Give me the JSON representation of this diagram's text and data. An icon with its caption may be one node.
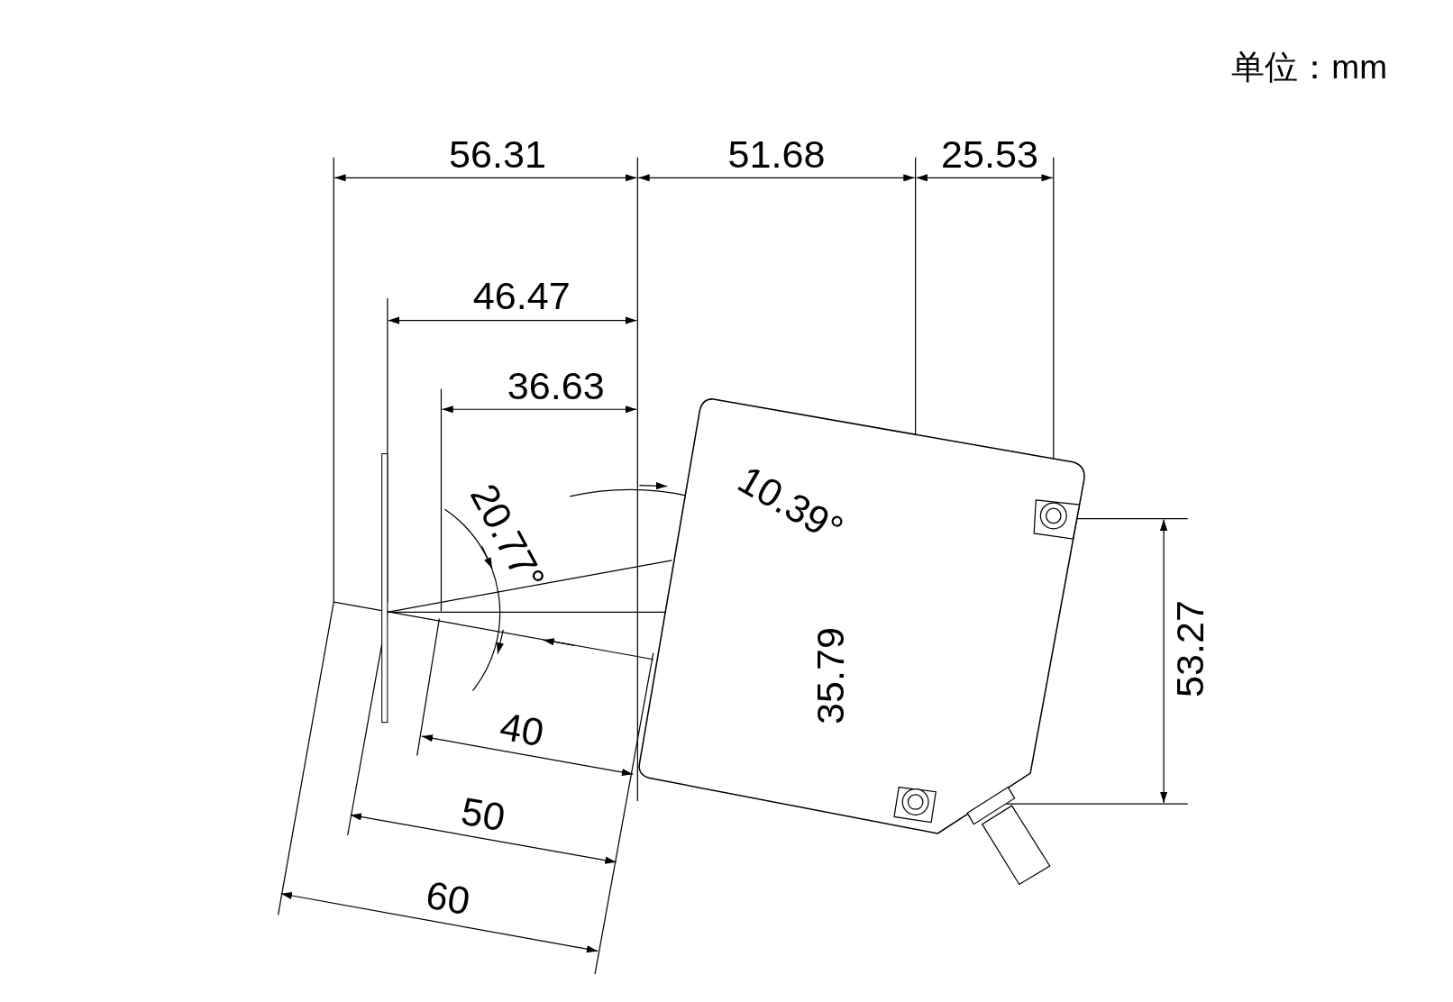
{
  "diagram": {
    "labels": [
      "单位：mm",
      "56.31",
      "51.68",
      "25.53",
      "46.47",
      "36.63",
      "20.77°",
      "10.39°",
      "35.79",
      "53.27",
      "40",
      "50",
      "60"
    ]
  }
}
